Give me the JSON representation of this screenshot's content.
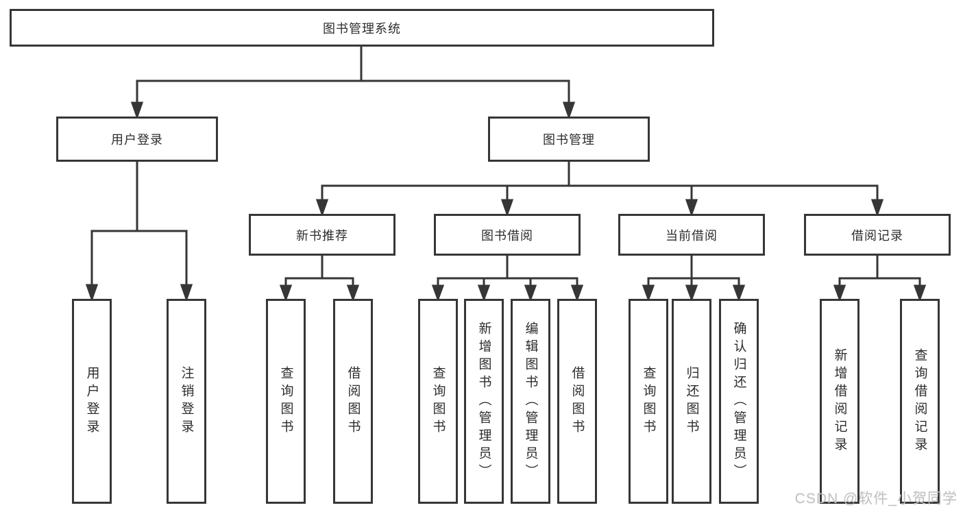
{
  "diagram": {
    "type": "hierarchy",
    "colors": {
      "line": "#363636",
      "box_border": "#363636",
      "box_fill": "#ffffff",
      "text": "#2d2d2d",
      "watermark": "#c2c2c2",
      "background": "#ffffff"
    },
    "tree": {
      "label": "图书管理系统",
      "children": [
        {
          "label": "用户登录",
          "children": [
            {
              "label": "用户登录"
            },
            {
              "label": "注销登录"
            }
          ]
        },
        {
          "label": "图书管理",
          "children": [
            {
              "label": "新书推荐",
              "children": [
                {
                  "label": "查询图书"
                },
                {
                  "label": "借阅图书"
                }
              ]
            },
            {
              "label": "图书借阅",
              "children": [
                {
                  "label": "查询图书"
                },
                {
                  "label": "新增图书（管理员）"
                },
                {
                  "label": "编辑图书（管理员）"
                },
                {
                  "label": "借阅图书"
                }
              ]
            },
            {
              "label": "当前借阅",
              "children": [
                {
                  "label": "查询图书"
                },
                {
                  "label": "归还图书"
                },
                {
                  "label": "确认归还（管理员）"
                }
              ]
            },
            {
              "label": "借阅记录",
              "children": [
                {
                  "label": "新增借阅记录"
                },
                {
                  "label": "查询借阅记录"
                }
              ]
            }
          ]
        }
      ]
    }
  },
  "watermark": "CSDN @软件_小贺同学"
}
